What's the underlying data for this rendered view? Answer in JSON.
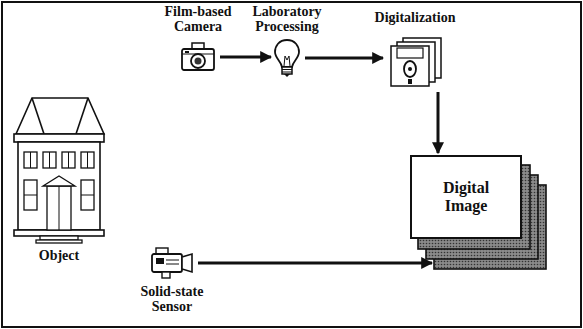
{
  "diagram": {
    "nodes": [
      {
        "text": [
          "Film-based Camera"
        ]
      },
      {
        "text": [
          "Laboratory Processing"
        ]
      },
      {
        "text": [
          "Digitalization"
        ]
      },
      {
        "text": [
          "Object"
        ]
      },
      {
        "text": [
          "Solid-state Sensor"
        ]
      },
      {
        "text": [
          "Digital Image"
        ]
      }
    ],
    "edges": [
      {
        "from": 0,
        "to": 1,
        "arrow": "to"
      },
      {
        "from": 1,
        "to": 2,
        "arrow": "to"
      },
      {
        "from": 2,
        "to": 5,
        "arrow": "to"
      },
      {
        "from": 4,
        "to": 5,
        "arrow": "to"
      }
    ]
  }
}
